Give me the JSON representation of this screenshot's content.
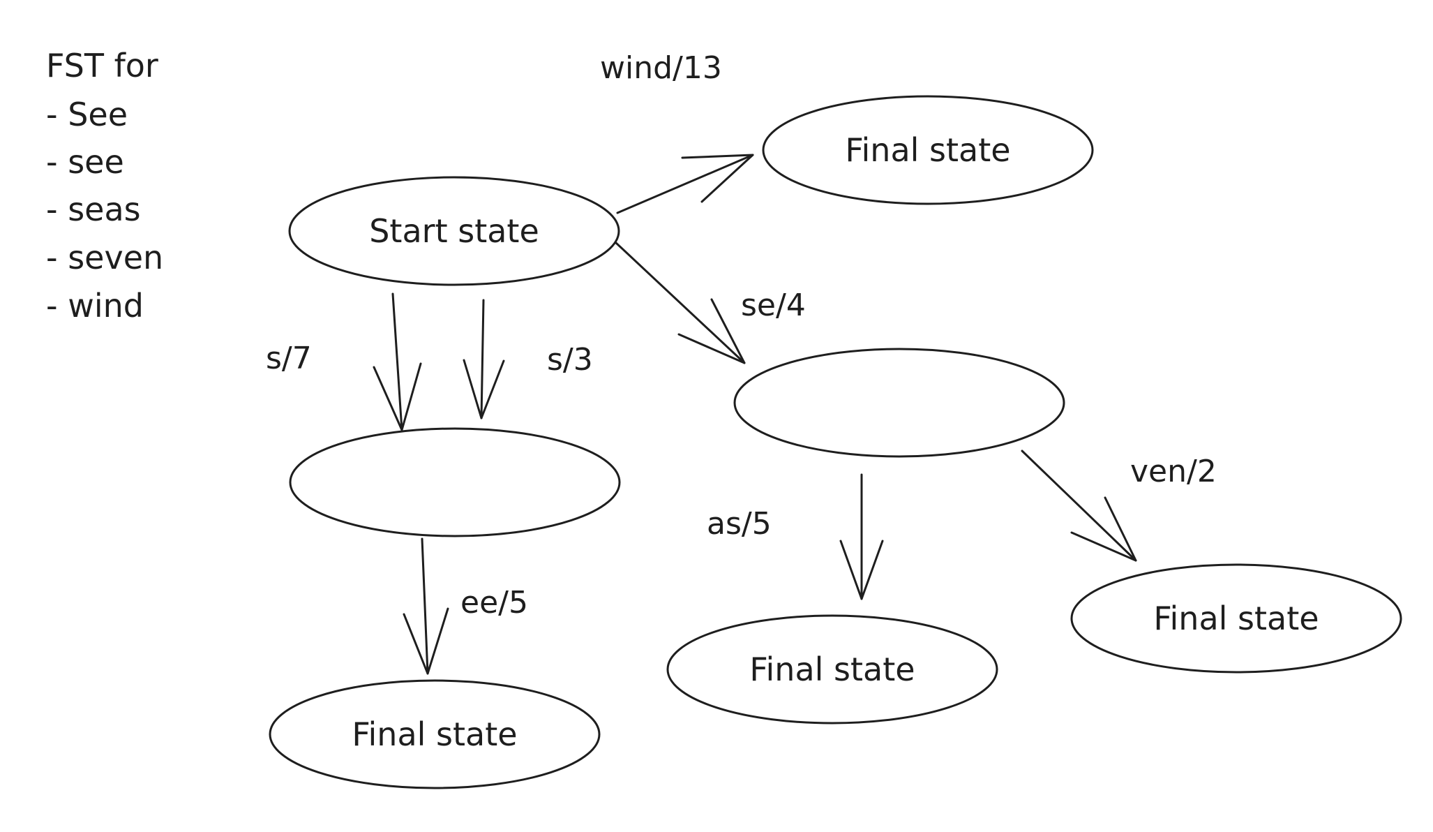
{
  "note": {
    "title": "FST for",
    "items": [
      "- See",
      "- see",
      "- seas",
      "- seven",
      "- wind"
    ]
  },
  "colors": {
    "start_hatch": "#fab005",
    "final_hatch": "#12b886",
    "intermediate_hatch": "#ced4da",
    "stroke": "#1e1e1e"
  },
  "nodes": [
    {
      "id": "start",
      "label": "Start state",
      "kind": "start"
    },
    {
      "id": "final-wind",
      "label": "Final state",
      "kind": "final"
    },
    {
      "id": "mid-s",
      "label": "",
      "kind": "intermediate"
    },
    {
      "id": "mid-se",
      "label": "",
      "kind": "intermediate"
    },
    {
      "id": "final-ee",
      "label": "Final state",
      "kind": "final"
    },
    {
      "id": "final-as",
      "label": "Final state",
      "kind": "final"
    },
    {
      "id": "final-ven",
      "label": "Final state",
      "kind": "final"
    }
  ],
  "edges": [
    {
      "from": "start",
      "to": "final-wind",
      "label": "wind/13"
    },
    {
      "from": "start",
      "to": "mid-s",
      "label": "s/7"
    },
    {
      "from": "start",
      "to": "mid-s",
      "label": "s/3"
    },
    {
      "from": "start",
      "to": "mid-se",
      "label": "se/4"
    },
    {
      "from": "mid-s",
      "to": "final-ee",
      "label": "ee/5"
    },
    {
      "from": "mid-se",
      "to": "final-as",
      "label": "as/5"
    },
    {
      "from": "mid-se",
      "to": "final-ven",
      "label": "ven/2"
    }
  ]
}
